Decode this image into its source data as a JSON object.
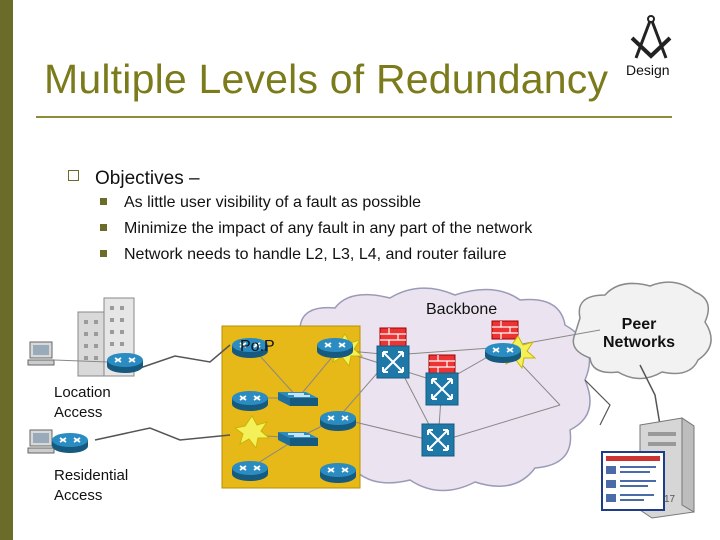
{
  "slide": {
    "title": "Multiple Levels of Redundancy",
    "badge": "Design",
    "page_number": "17"
  },
  "objectives": {
    "heading": "Objectives –",
    "items": [
      "As little user visibility of a fault as possible",
      "Minimize the impact of any fault in any part of the network",
      "Network needs to handle L2, L3, L4, and router failure"
    ]
  },
  "diagram": {
    "backbone_label": "Backbone",
    "pop_label": "Po.P",
    "peer_label_line1": "Peer",
    "peer_label_line2": "Networks",
    "location_label_line1": "Location",
    "location_label_line2": "Access",
    "residential_label_line1": "Residential",
    "residential_label_line2": "Access"
  },
  "colors": {
    "title": "#7b7b1c",
    "accent_bar": "#6b6b2a",
    "pop_box": "#e6b818",
    "backbone_cloud": "#ebe4f0",
    "router": "#1f79a8",
    "fault_star": "#f3f05a"
  }
}
